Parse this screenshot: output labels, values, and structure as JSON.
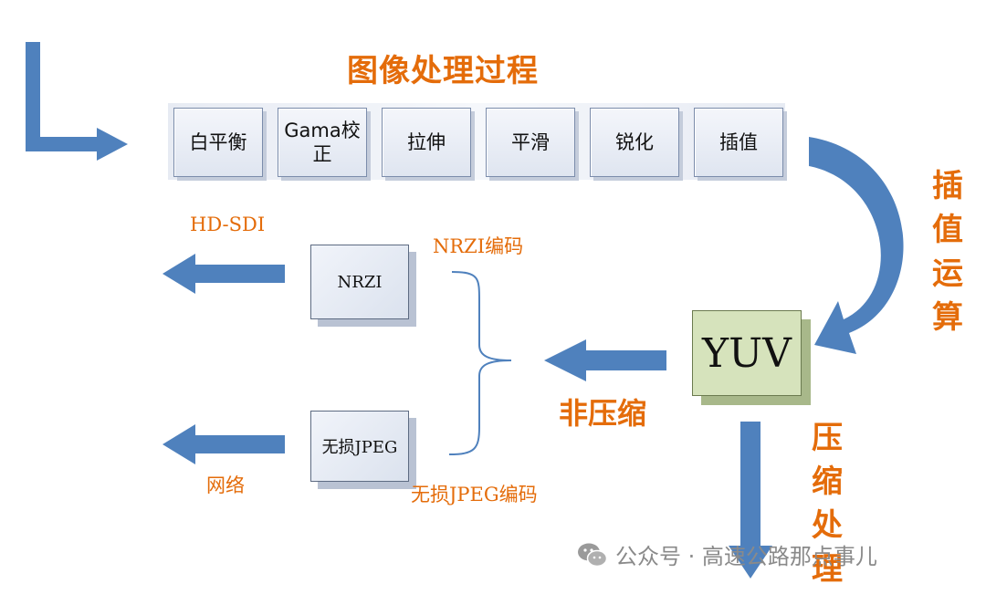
{
  "title": "图像处理过程",
  "stages": [
    "白平衡",
    "Gama校\n正",
    "拉伸",
    "平滑",
    "锐化",
    "插值"
  ],
  "interp_label_chars": [
    "插",
    "值",
    "运",
    "算"
  ],
  "yuv": "YUV",
  "noncompress_label": "非压缩",
  "compress_label_chars": [
    "压",
    "缩",
    "处",
    "理"
  ],
  "nrzi_box": "NRZI",
  "nrzi_caption": "NRZI编码",
  "jpeg_box": "无损JPEG",
  "jpeg_caption": "无损JPEG编码",
  "output_hdsdi": "HD-SDI",
  "output_network": "网络",
  "watermark": "公众号 · 高速公路那点事儿",
  "colors": {
    "accent": "#e46c0a",
    "arrow_blue": "#4f81bd",
    "yuv_fill": "#d6e3bc"
  },
  "icons": [
    "wechat-icon"
  ]
}
